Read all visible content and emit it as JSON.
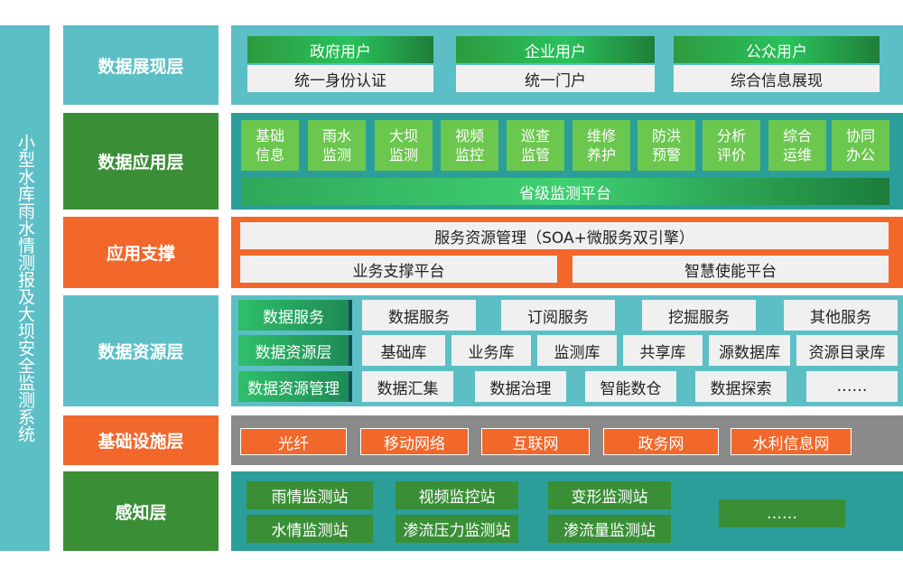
{
  "title": "小型水库雨水情测报及大坝安全监测系统",
  "layers": {
    "display": {
      "label": "数据展现层",
      "users": [
        "政府用户",
        "企业用户",
        "公众用户"
      ],
      "portals": [
        "统一身份认证",
        "统一门户",
        "综合信息展现"
      ]
    },
    "application": {
      "label": "数据应用层",
      "modules": [
        "基础\n信息",
        "雨水\n监测",
        "大坝\n监测",
        "视频\n监控",
        "巡查\n监管",
        "维修\n养护",
        "防洪\n预警",
        "分析\n评价",
        "综合\n运维",
        "协同\n办公"
      ],
      "platform": "省级监测平台"
    },
    "support": {
      "label": "应用支撑",
      "soa": "服务资源管理（SOA+微服务双引擎）",
      "business": "业务支撑平台",
      "smart": "智慧使能平台"
    },
    "resource": {
      "label": "数据资源层",
      "rows": [
        {
          "label": "数据服务",
          "items": [
            "数据服务",
            "订阅服务",
            "挖掘服务",
            "其他服务"
          ]
        },
        {
          "label": "数据资源层",
          "items": [
            "基础库",
            "业务库",
            "监测库",
            "共享库",
            "源数据库",
            "资源目录库"
          ]
        },
        {
          "label": "数据资源管理",
          "items": [
            "数据汇集",
            "数据治理",
            "智能数仓",
            "数据探索",
            "……"
          ]
        }
      ]
    },
    "infra": {
      "label": "基础设施层",
      "items": [
        "光纤",
        "移动网络",
        "互联网",
        "政务网",
        "水利信息网"
      ]
    },
    "sensing": {
      "label": "感知层",
      "stations": [
        "雨情监测站",
        "视频监控站",
        "变形监测站",
        "水情监测站",
        "渗流压力监测站",
        "渗流量监测站"
      ],
      "more": "……"
    }
  }
}
